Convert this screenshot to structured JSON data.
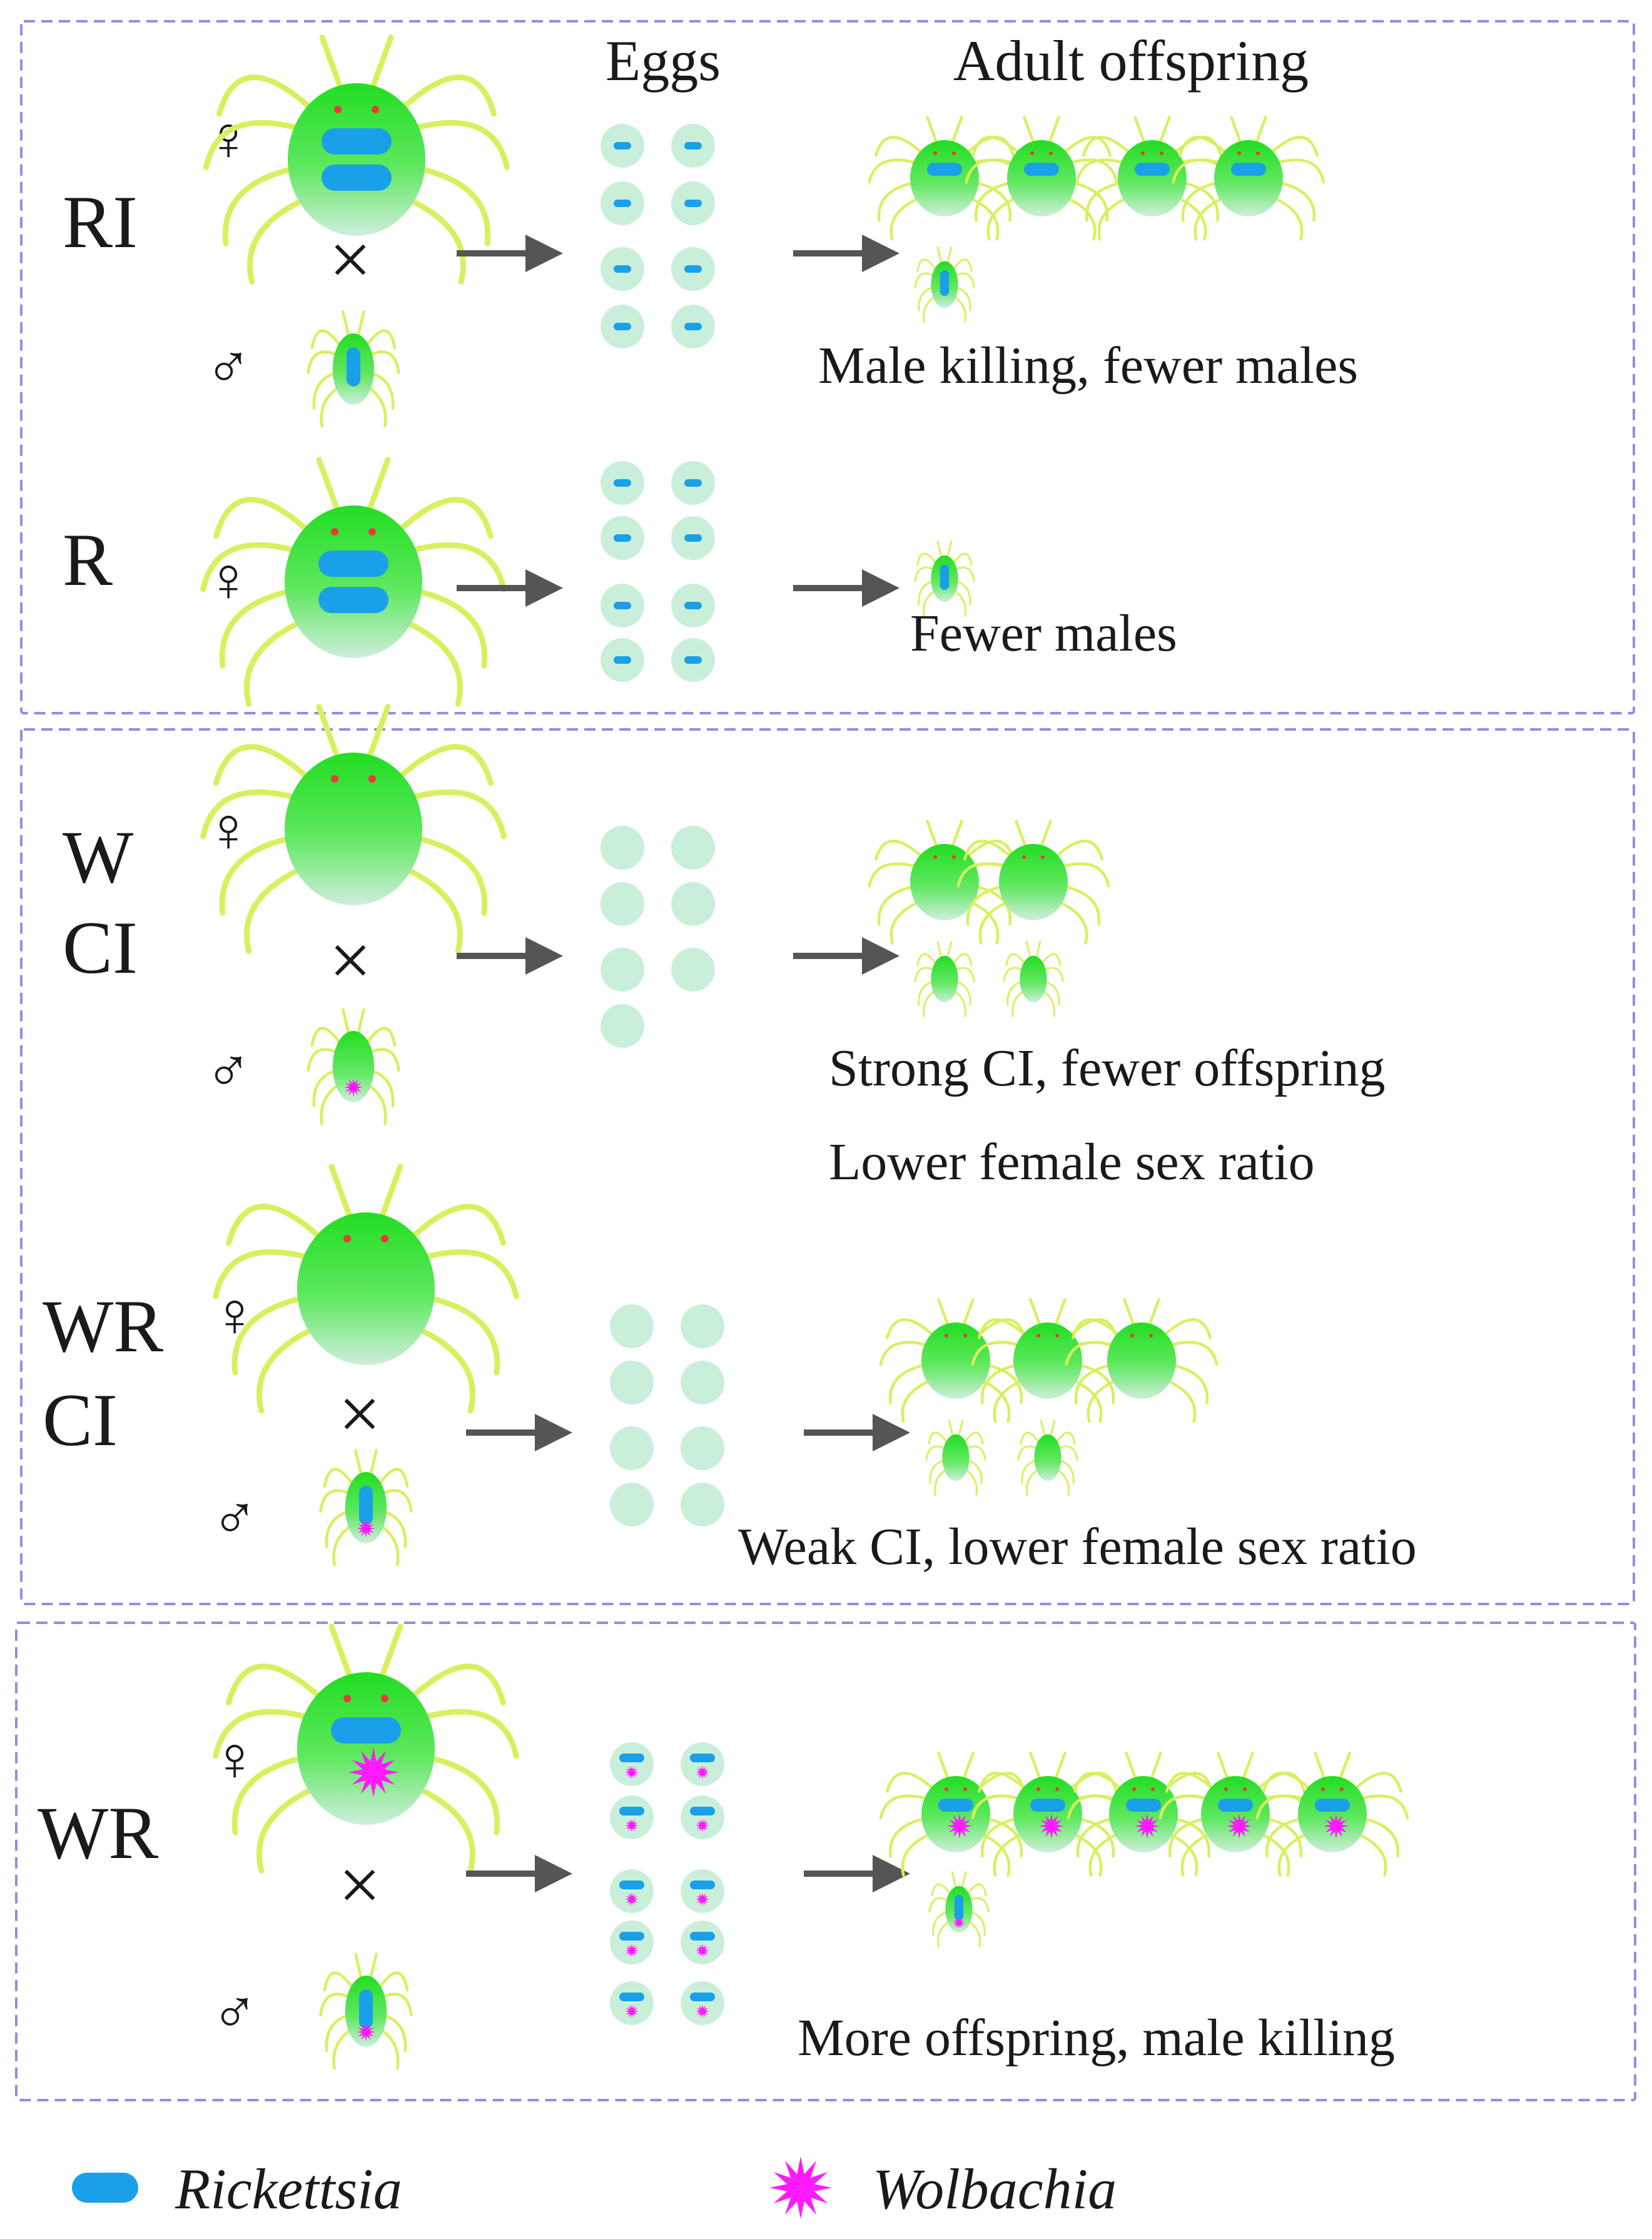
{
  "headers": {
    "eggs": "Eggs",
    "offspring": "Adult offspring"
  },
  "symbols": {
    "female": "♀",
    "male": "♂",
    "cross": "×"
  },
  "colors": {
    "rickettsia": "#1aa0e8",
    "wolbachia": "#ff1aff",
    "mite_body": "#33dd33",
    "mite_legs": "#d8f060",
    "egg": "#c9efdb",
    "box_border": "#8f8fe0",
    "arrow": "#555555"
  },
  "legend": {
    "rickettsia": "Rickettsia",
    "wolbachia": "Wolbachia"
  },
  "groups": [
    {
      "label_lines": [
        "RI"
      ],
      "female": {
        "rickettsia": 2,
        "wolbachia": false
      },
      "male": {
        "present": true,
        "rickettsia": true,
        "wolbachia": false
      },
      "egg_count": 8,
      "egg_rickettsia": true,
      "egg_wolbachia": false,
      "offspring_females": 4,
      "offspring_males": 1,
      "offspring_rickettsia": true,
      "offspring_wolbachia": false,
      "notes": [
        "Male killing, fewer males"
      ]
    },
    {
      "label_lines": [
        "R"
      ],
      "female": {
        "rickettsia": 2,
        "wolbachia": false
      },
      "male": {
        "present": false
      },
      "egg_count": 8,
      "egg_rickettsia": true,
      "egg_wolbachia": false,
      "offspring_females": 0,
      "offspring_males": 1,
      "offspring_rickettsia": true,
      "offspring_wolbachia": false,
      "notes": [
        "Fewer males"
      ]
    },
    {
      "label_lines": [
        "W",
        "CI"
      ],
      "female": {
        "rickettsia": 0,
        "wolbachia": false
      },
      "male": {
        "present": true,
        "rickettsia": false,
        "wolbachia": true
      },
      "egg_count": 7,
      "egg_rickettsia": false,
      "egg_wolbachia": false,
      "offspring_females": 2,
      "offspring_males": 2,
      "offspring_rickettsia": false,
      "offspring_wolbachia": false,
      "notes": [
        "Strong CI, fewer offspring",
        "Lower female sex ratio"
      ]
    },
    {
      "label_lines": [
        "WR",
        "CI"
      ],
      "female": {
        "rickettsia": 0,
        "wolbachia": false
      },
      "male": {
        "present": true,
        "rickettsia": true,
        "wolbachia": true
      },
      "egg_count": 8,
      "egg_rickettsia": false,
      "egg_wolbachia": false,
      "offspring_females": 3,
      "offspring_males": 2,
      "offspring_rickettsia": false,
      "offspring_wolbachia": false,
      "notes": [
        "Weak CI, lower female sex ratio"
      ]
    },
    {
      "label_lines": [
        "WR"
      ],
      "female": {
        "rickettsia": 1,
        "wolbachia": true
      },
      "male": {
        "present": true,
        "rickettsia": true,
        "wolbachia": true
      },
      "egg_count": 10,
      "egg_rickettsia": true,
      "egg_wolbachia": true,
      "offspring_females": 5,
      "offspring_males": 1,
      "offspring_rickettsia": true,
      "offspring_wolbachia": true,
      "notes": [
        "More offspring, male killing"
      ]
    }
  ]
}
